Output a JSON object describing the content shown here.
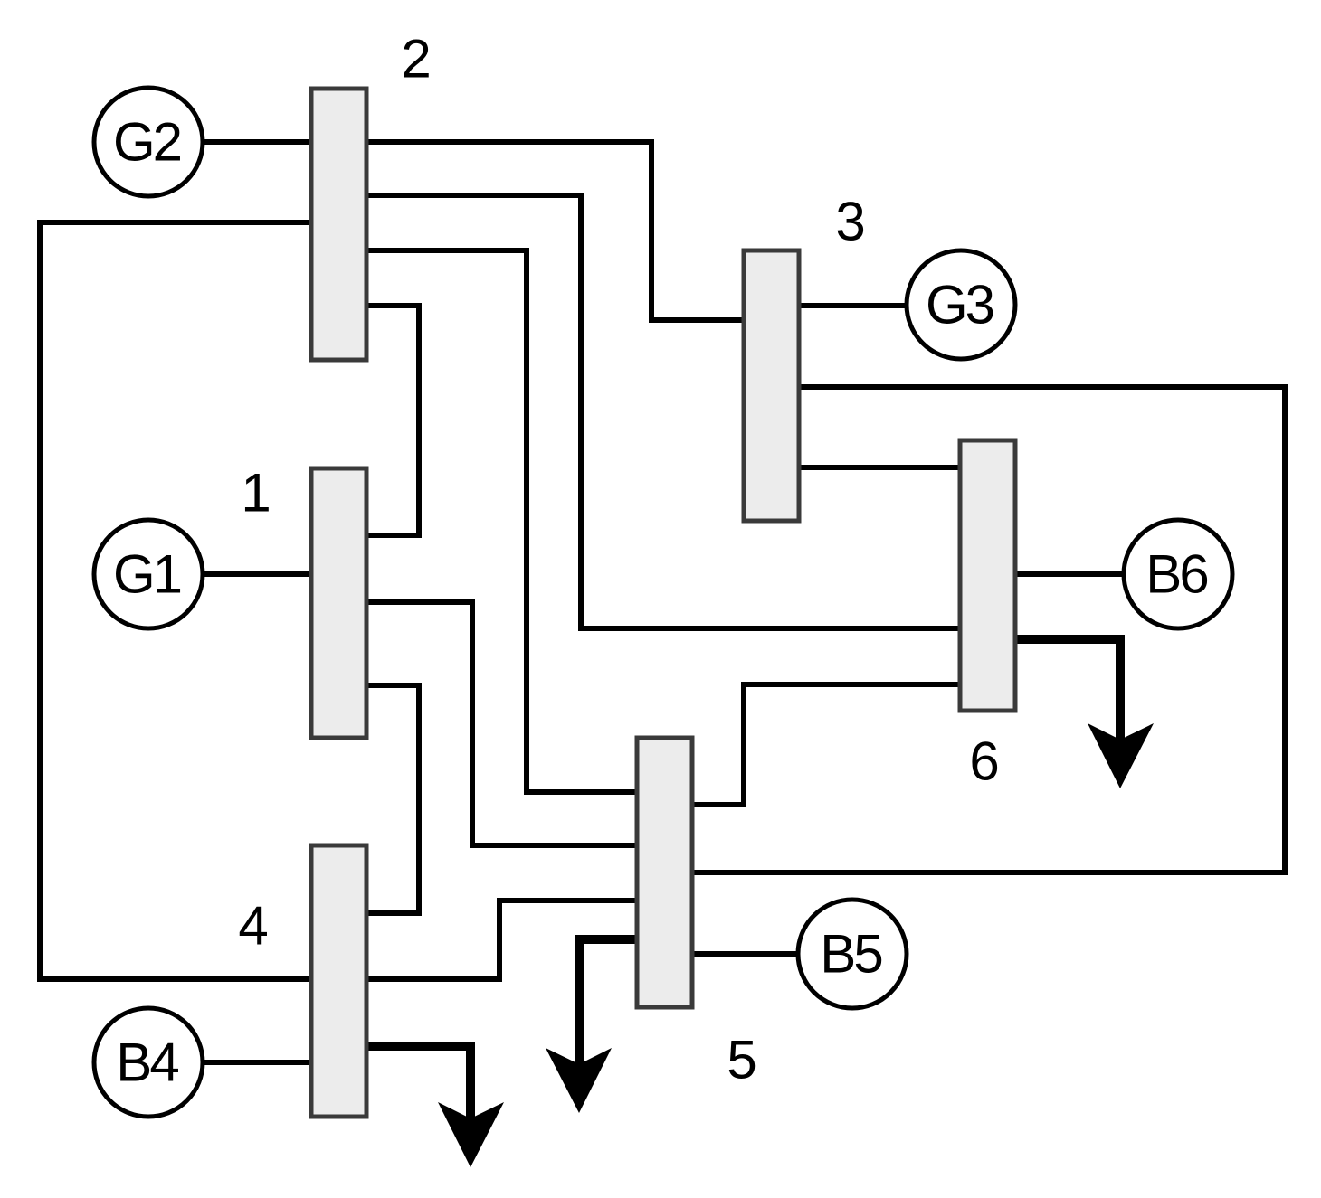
{
  "buses": [
    {
      "id": "bus-1",
      "label": "1"
    },
    {
      "id": "bus-2",
      "label": "2"
    },
    {
      "id": "bus-3",
      "label": "3"
    },
    {
      "id": "bus-4",
      "label": "4"
    },
    {
      "id": "bus-5",
      "label": "5"
    },
    {
      "id": "bus-6",
      "label": "6"
    }
  ],
  "nodes": [
    {
      "id": "G1",
      "label": "G1",
      "kind": "generator",
      "bus": "1"
    },
    {
      "id": "G2",
      "label": "G2",
      "kind": "generator",
      "bus": "2"
    },
    {
      "id": "G3",
      "label": "G3",
      "kind": "generator",
      "bus": "3"
    },
    {
      "id": "B4",
      "label": "B4",
      "kind": "load",
      "bus": "4"
    },
    {
      "id": "B5",
      "label": "B5",
      "kind": "load",
      "bus": "5"
    },
    {
      "id": "B6",
      "label": "B6",
      "kind": "load",
      "bus": "6"
    }
  ],
  "lines": [
    [
      "2",
      "3"
    ],
    [
      "2",
      "6"
    ],
    [
      "2",
      "5"
    ],
    [
      "2",
      "1"
    ],
    [
      "2",
      "4"
    ],
    [
      "1",
      "5"
    ],
    [
      "1",
      "4"
    ],
    [
      "3",
      "6"
    ],
    [
      "3",
      "5"
    ],
    [
      "6",
      "5"
    ],
    [
      "4",
      "5"
    ]
  ],
  "loads": [
    "4",
    "5",
    "6"
  ]
}
